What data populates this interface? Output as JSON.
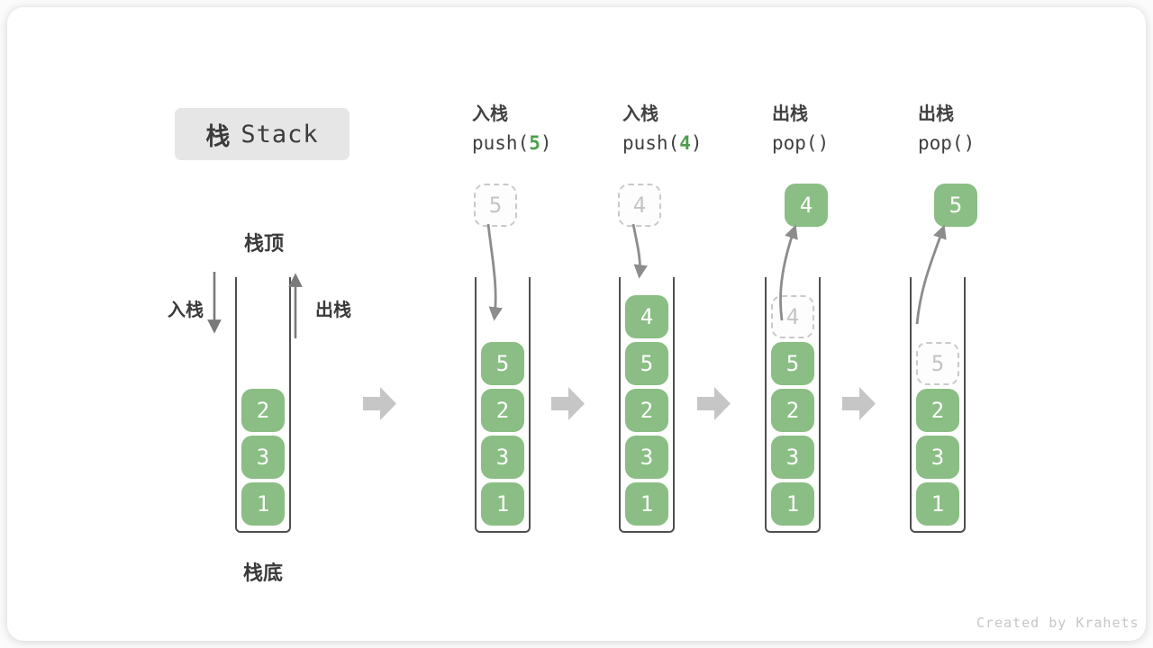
{
  "title": {
    "zh": "栈",
    "en": "Stack"
  },
  "legend": {
    "stack_top": "栈顶",
    "stack_bottom": "栈底",
    "push_label": "入栈",
    "pop_label": "出栈"
  },
  "colors": {
    "element_green": "#8abe84",
    "accent_green": "#4d9e4d",
    "ghost_gray": "#c9c9c9",
    "wall_gray": "#4f4f4f",
    "arrow_gray": "#8a8a8a",
    "block_arrow_gray": "#c6c6c6",
    "chip_bg": "#e6e6e6"
  },
  "columns": [
    {
      "name": "initial-stack",
      "cells": [
        {
          "value": "2"
        },
        {
          "value": "3"
        },
        {
          "value": "1"
        }
      ]
    },
    {
      "name": "push-5",
      "header": {
        "line1": "入栈",
        "pre": "push(",
        "arg": "5",
        "post": ")"
      },
      "top_box": {
        "value": "5",
        "style": "dashed"
      },
      "cells": [
        {
          "value": "5"
        },
        {
          "value": "2"
        },
        {
          "value": "3"
        },
        {
          "value": "1"
        }
      ]
    },
    {
      "name": "push-4",
      "header": {
        "line1": "入栈",
        "pre": "push(",
        "arg": "4",
        "post": ")"
      },
      "top_box": {
        "value": "4",
        "style": "dashed"
      },
      "cells": [
        {
          "value": "4"
        },
        {
          "value": "5"
        },
        {
          "value": "2"
        },
        {
          "value": "3"
        },
        {
          "value": "1"
        }
      ]
    },
    {
      "name": "pop-4",
      "header": {
        "line1": "出栈",
        "pre": "pop()",
        "arg": "",
        "post": ""
      },
      "top_box": {
        "value": "4",
        "style": "solid"
      },
      "cells": [
        {
          "value": "4",
          "ghost": true
        },
        {
          "value": "5"
        },
        {
          "value": "2"
        },
        {
          "value": "3"
        },
        {
          "value": "1"
        }
      ]
    },
    {
      "name": "pop-5",
      "header": {
        "line1": "出栈",
        "pre": "pop()",
        "arg": "",
        "post": ""
      },
      "top_box": {
        "value": "5",
        "style": "solid"
      },
      "cells": [
        {
          "value": "5",
          "ghost": true
        },
        {
          "value": "2"
        },
        {
          "value": "3"
        },
        {
          "value": "1"
        }
      ]
    }
  ],
  "watermark": "Created by Krahets"
}
